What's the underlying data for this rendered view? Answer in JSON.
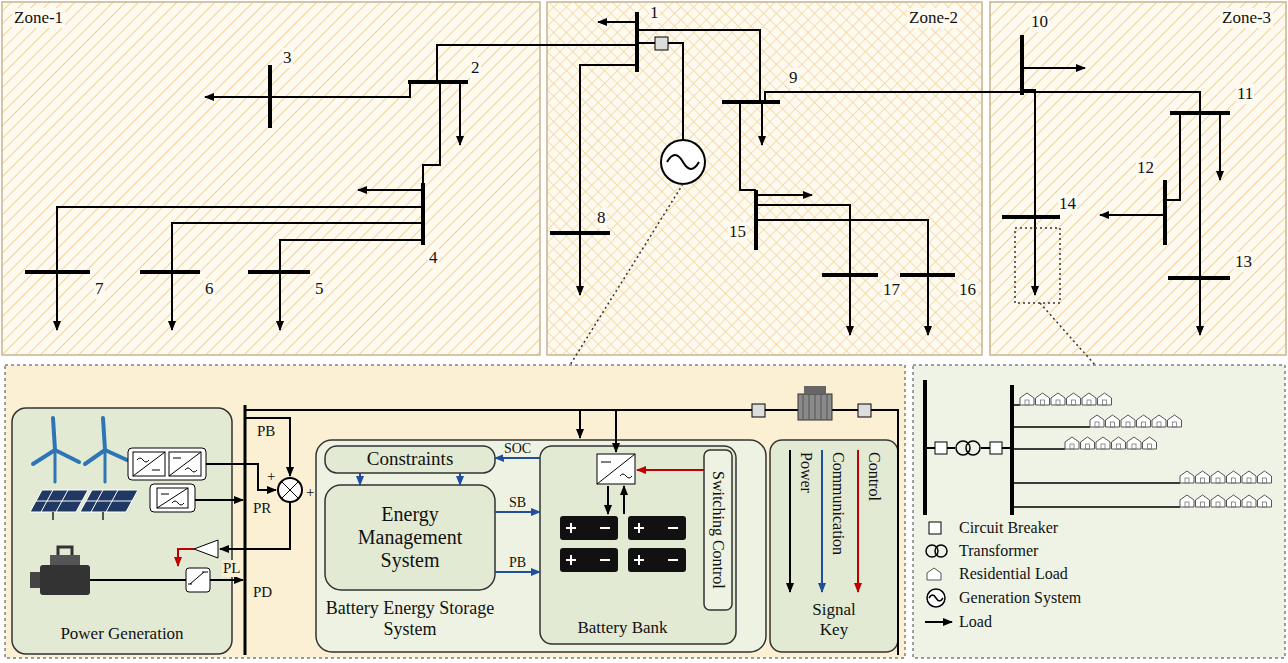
{
  "diagram": {
    "nodes": [
      {
        "text": [
          "Zone-1"
        ]
      },
      {
        "text": [
          "Zone-2"
        ]
      },
      {
        "text": [
          "Zone-3"
        ]
      },
      {
        "text": [
          "Power Generation"
        ]
      },
      {
        "text": [
          "Battery Energy Storage System"
        ]
      },
      {
        "text": [
          "Constraints"
        ],
        "in": 4
      },
      {
        "text": [
          "Energy Management System"
        ],
        "in": 4
      },
      {
        "text": [
          "Battery Bank"
        ],
        "in": 4
      },
      {
        "text": [
          "Switching Control"
        ],
        "in": 7
      },
      {
        "text": [
          "Signal Key"
        ]
      }
    ],
    "edges": [
      {
        "from": 7,
        "to": 5,
        "label": "SOC",
        "arrow": "to"
      },
      {
        "from": 5,
        "to": 6,
        "arrow": "to"
      },
      {
        "from": 5,
        "to": 6,
        "arrow": "to"
      },
      {
        "from": 6,
        "to": 7,
        "label": "SB",
        "arrow": "to"
      },
      {
        "from": 6,
        "to": 7,
        "label": "PB",
        "arrow": "to"
      }
    ],
    "labels": [
      "1",
      "2",
      "3",
      "4",
      "5",
      "6",
      "7",
      "8",
      "9",
      "10",
      "11",
      "12",
      "13",
      "14",
      "15",
      "16",
      "17",
      "PB",
      "PR",
      "PL",
      "PD",
      "+",
      "+"
    ],
    "legend": [
      {
        "text": "Power"
      },
      {
        "text": "Communication"
      },
      {
        "text": "Control"
      },
      {
        "text": "Circuit Breaker"
      },
      {
        "text": "Transformer"
      },
      {
        "text": "Residential Load"
      },
      {
        "text": "Generation System"
      },
      {
        "text": "Load"
      }
    ]
  }
}
